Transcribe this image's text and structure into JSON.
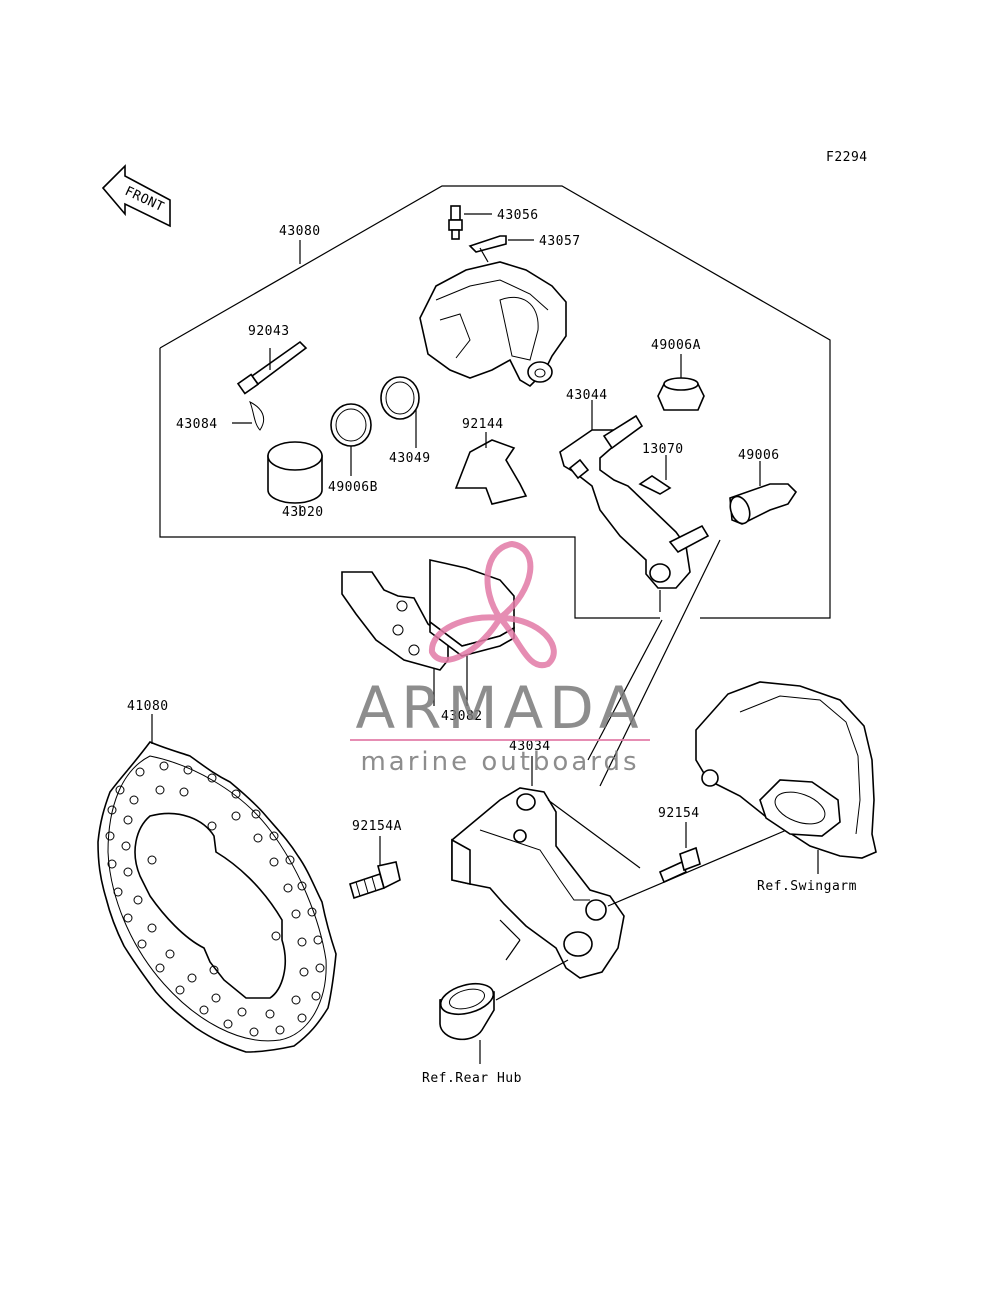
{
  "figure_code": "F2294",
  "front_label": "FRONT",
  "parts": {
    "p43080": "43080",
    "p43056": "43056",
    "p43057": "43057",
    "p92043": "92043",
    "p49006A": "49006A",
    "p43044": "43044",
    "p43084": "43084",
    "p92144": "92144",
    "p13070": "13070",
    "p49006": "49006",
    "p43049": "43049",
    "p49006B": "49006B",
    "p43020": "43020",
    "p43082": "43082",
    "p41080": "41080",
    "p43034": "43034",
    "p92154A": "92154A",
    "p92154": "92154"
  },
  "references": {
    "swingarm": "Ref.Swingarm",
    "rear_hub": "Ref.Rear Hub"
  },
  "watermark": {
    "brand": "ARMADA",
    "tagline": "marine outboards",
    "brand_color": "#7a7a7a",
    "logo_color": "#e27aa6"
  }
}
